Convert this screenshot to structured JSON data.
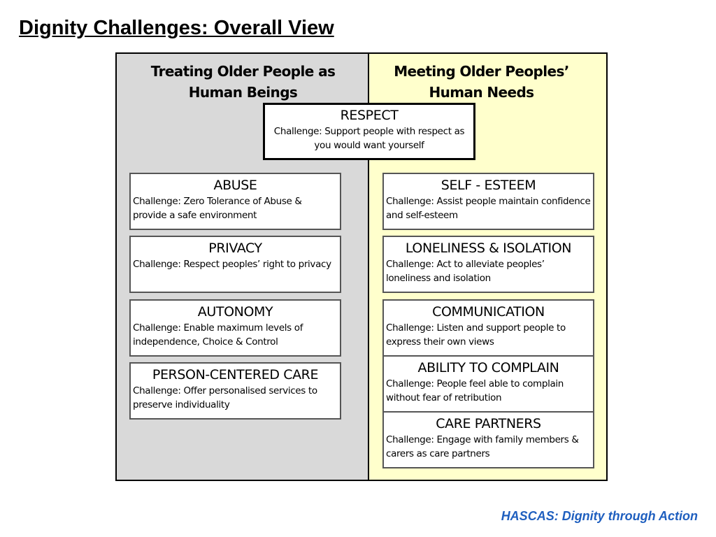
{
  "title": "Dignity Challenges: Overall View",
  "left_column": {
    "header_line1": "Treating Older People as",
    "header_line2": "Human Beings",
    "items": [
      {
        "title": "ABUSE",
        "challenge": "Challenge: Zero Tolerance of Abuse & provide a safe environment"
      },
      {
        "title": "PRIVACY",
        "challenge": "Challenge: Respect peoples’ right to privacy"
      },
      {
        "title": "AUTONOMY",
        "challenge": "Challenge: Enable maximum levels of independence, Choice & Control"
      },
      {
        "title": "PERSON-CENTERED CARE",
        "challenge": "Challenge: Offer personalised services to preserve individuality"
      }
    ]
  },
  "right_column": {
    "header_line1": "Meeting Older Peoples’",
    "header_line2": "Human Needs",
    "items": [
      {
        "title": "SELF - ESTEEM",
        "challenge": "Challenge: Assist people maintain confidence and self-esteem"
      },
      {
        "title": "LONELINESS & ISOLATION",
        "challenge": "Challenge: Act to alleviate peoples’ loneliness and isolation"
      },
      {
        "title": "COMMUNICATION",
        "challenge": "Challenge: Listen and support people to express their own views"
      },
      {
        "title": "ABILITY TO COMPLAIN",
        "challenge": "Challenge: People feel able to complain without fear of retribution"
      },
      {
        "title": "CARE PARTNERS",
        "challenge": "Challenge: Engage with family members & carers as care partners"
      }
    ]
  },
  "respect": {
    "title": "RESPECT",
    "challenge": "Challenge: Support people with respect as you would want yourself"
  },
  "footer": "HASCAS: Dignity through Action",
  "colors": {
    "left_panel": "#d9d9d9",
    "right_panel": "#ffffcc",
    "footer_text": "#1f5fbf"
  }
}
